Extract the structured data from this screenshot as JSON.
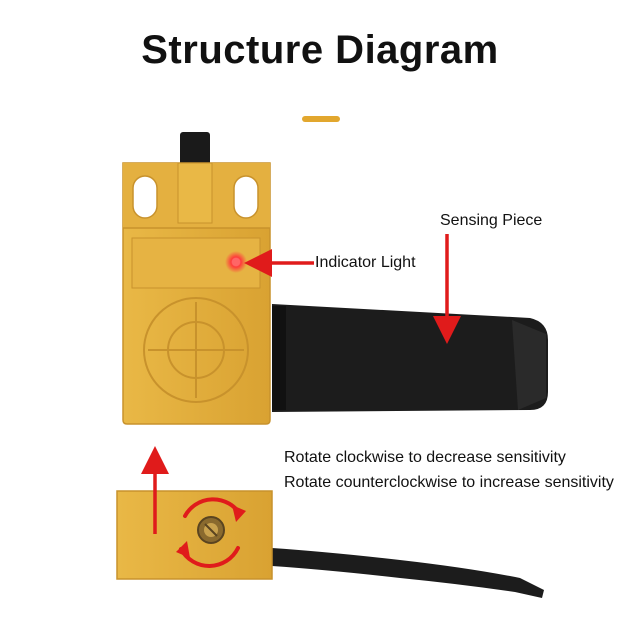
{
  "title": "Structure Diagram",
  "colors": {
    "accent": "#e2a72e",
    "sensor_body": "#e1ad3c",
    "sensor_edge": "#c8922c",
    "sensing_piece": "#1c1c1c",
    "arrow": "#e01b1b",
    "indicator": "#ff3b3b"
  },
  "labels": {
    "sensing_piece": "Sensing Piece",
    "indicator_light": "Indicator Light"
  },
  "instructions": {
    "clockwise": "Rotate clockwise to decrease sensitivity",
    "counterclockwise": "Rotate counterclockwise to increase sensitivity"
  }
}
